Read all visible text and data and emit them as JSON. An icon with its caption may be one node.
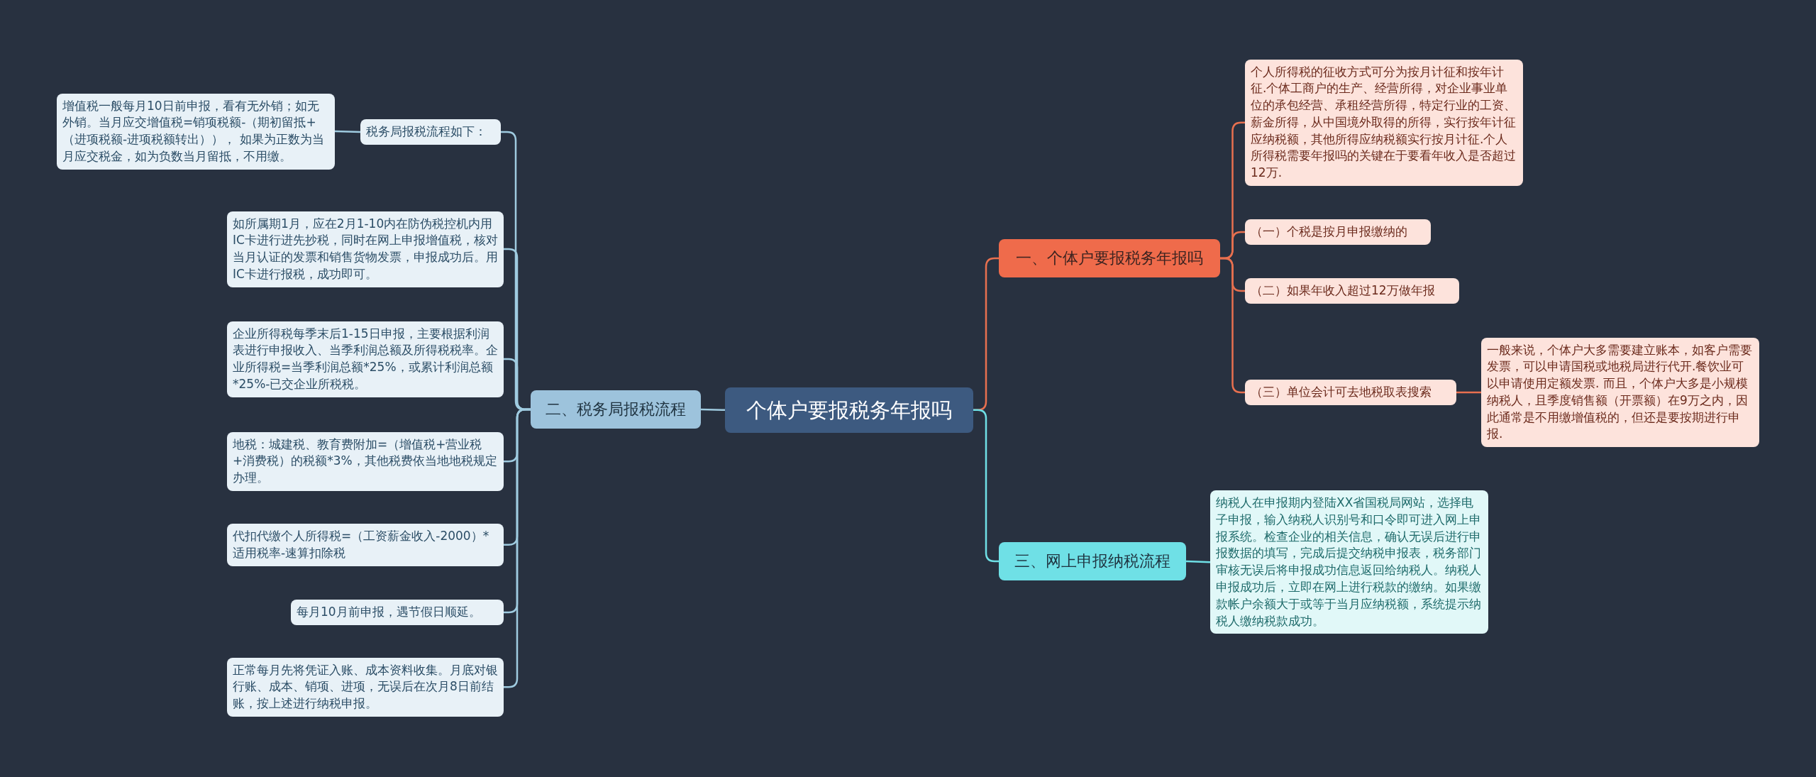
{
  "diagram": {
    "nodes": [
      {
        "text": [
          "个体户要报税务年报吗"
        ]
      },
      {
        "text": [
          "一、个体户要报税务年报吗"
        ]
      },
      {
        "text": [
          "个人所得税的征收方式可分为按月计征和按年计征.个体工商户的生产、经营所得，对企业事业单位的承包经营、承租经营所得，特定行业的工资、薪金所得，从中国境外取得的所得，实行按年计征应纳税额，其他所得应纳税额实行按月计征.个人所得税需要年报吗的关键在于要看年收入是否超过12万."
        ]
      },
      {
        "text": [
          "（一）个税是按月申报缴纳的"
        ]
      },
      {
        "text": [
          "（二）如果年收入超过12万做年报"
        ]
      },
      {
        "text": [
          "（三）单位会计可去地税取表搜索"
        ]
      },
      {
        "text": [
          "一般来说，个体户大多需要建立账本，如客户需要发票，可以申请国税或地税局进行代开.餐饮业可以申请使用定额发票. 而且，个体户大多是小规模纳税人，且季度销售额（开票额）在9万之内，因此通常是不用缴增值税的，但还是要按期进行申报."
        ]
      },
      {
        "text": [
          "三、网上申报纳税流程"
        ]
      },
      {
        "text": [
          "纳税人在申报期内登陆XX省国税局网站，选择电子申报，输入纳税人识别号和口令即可进入网上申报系统。检查企业的相关信息，确认无误后进行申报数据的填写，完成后提交纳税申报表，税务部门审核无误后将申报成功信息返回给纳税人。纳税人申报成功后，立即在网上进行税款的缴纳。如果缴款帐户余额大于或等于当月应纳税额，系统提示纳税人缴纳税款成功。"
        ]
      },
      {
        "text": [
          "二、税务局报税流程"
        ]
      },
      {
        "text": [
          "税务局报税流程如下："
        ]
      },
      {
        "text": [
          "增值税一般每月10日前申报，看有无外销；如无外销。当月应交增值税=销项税额-（期初留抵+（进项税额-进项税额转出））， 如果为正数为当月应交税金，如为负数当月留抵，不用缴。"
        ]
      },
      {
        "text": [
          "如所属期1月，应在2月1-10内在防伪税控机内用IC卡进行进先抄税，同时在网上申报增值税，核对当月认证的发票和销售货物发票，申报成功后。用IC卡进行报税，成功即可。"
        ]
      },
      {
        "text": [
          "企业所得税每季末后1-15日申报，主要根据利润表进行申报收入、当季利润总额及所得税税率。企业所得税=当季利润总额*25%，或累计利润总额*25%-已交企业所税税。"
        ]
      },
      {
        "text": [
          "地税：城建税、教育费附加=（增值税+营业税+消费税）的税额*3%，其他税费依当地地税规定办理。"
        ]
      },
      {
        "text": [
          "代扣代缴个人所得税=（工资薪金收入-2000）*适用税率-速算扣除税"
        ]
      },
      {
        "text": [
          "每月10月前申报，遇节假日顺延。"
        ]
      },
      {
        "text": [
          "正常每月先将凭证入账、成本资料收集。月底对银行账、成本、销项、进项，无误后在次月8日前结账，按上述进行纳税申报。"
        ]
      }
    ],
    "edges": [
      {
        "from": 0,
        "to": 1,
        "arrow": "none",
        "color": "#e8704f"
      },
      {
        "from": 1,
        "to": 2,
        "arrow": "none",
        "color": "#e8704f"
      },
      {
        "from": 1,
        "to": 3,
        "arrow": "none",
        "color": "#e8704f"
      },
      {
        "from": 1,
        "to": 4,
        "arrow": "none",
        "color": "#e8704f"
      },
      {
        "from": 1,
        "to": 5,
        "arrow": "none",
        "color": "#e8704f"
      },
      {
        "from": 5,
        "to": 6,
        "arrow": "none",
        "color": "#e8704f"
      },
      {
        "from": 0,
        "to": 7,
        "arrow": "none",
        "color": "#6fe0e6"
      },
      {
        "from": 7,
        "to": 8,
        "arrow": "none",
        "color": "#6fe0e6"
      },
      {
        "from": 0,
        "to": 9,
        "arrow": "none"
      },
      {
        "from": 9,
        "to": 10,
        "arrow": "none"
      },
      {
        "from": 10,
        "to": 11,
        "arrow": "none"
      },
      {
        "from": 9,
        "to": 12,
        "arrow": "none"
      },
      {
        "from": 9,
        "to": 13,
        "arrow": "none"
      },
      {
        "from": 9,
        "to": 14,
        "arrow": "none"
      },
      {
        "from": 9,
        "to": 15,
        "arrow": "none"
      },
      {
        "from": 9,
        "to": 16,
        "arrow": "none"
      },
      {
        "from": 9,
        "to": 17,
        "arrow": "none"
      }
    ]
  }
}
